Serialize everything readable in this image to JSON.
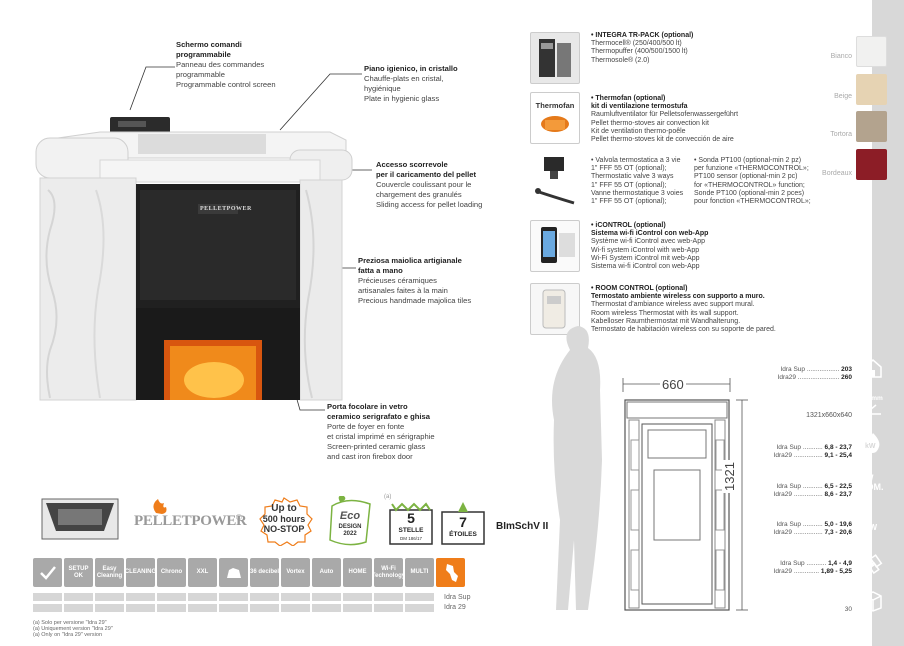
{
  "annotations": {
    "screen": {
      "t1": "Schermo comandi",
      "t2": "programmabile",
      "l1": "Panneau des commandes",
      "l2": "programmable",
      "l3": "Programmable control screen"
    },
    "plate": {
      "t1": "Piano igienico, in cristallo",
      "l1": "Chauffe-plats en cristal,",
      "l2": "hygiénique",
      "l3": "Plate in hygienic glass"
    },
    "access": {
      "t1": "Accesso scorrevole",
      "t2": "per il caricamento del pellet",
      "l1": "Couvercle coulissant pour le",
      "l2": "chargement des granulés",
      "l3": "Sliding access for pellet loading"
    },
    "majolica": {
      "t1": "Preziosa maiolica artigianale",
      "t2": "fatta a mano",
      "l1": "Précieuses céramiques",
      "l2": "artisanales faites à la main",
      "l3": "Precious handmade majolica tiles"
    },
    "door": {
      "t1": "Porta focolare in vetro",
      "t2": "ceramico serigrafato e ghisa",
      "l1": "Porte de foyer en fonte",
      "l2": "et cristal imprimé en sérigraphie",
      "l3": "Screen-printed ceramic glass",
      "l4": "and cast iron firebox door"
    }
  },
  "stove_brand": "PELLETPOWER",
  "options": {
    "tr_pack": {
      "title": "• INTEGRA TR-PACK (optional)",
      "l1": "Thermocell® (250/400/500 lt)",
      "l2": "Thermopuffer (400/500/1500 lt)",
      "l3": "Thermosole® (2.0)"
    },
    "thermofan": {
      "logo": "Thermofan",
      "title": "• Thermofan (optional)",
      "subtitle": "kit di ventilazione termostufa",
      "l1": "Raumluftventilator für Pelletsofenwassergeführt",
      "l2": "Pellet thermo-stoves air convection kit",
      "l3": "Kit de ventilation thermo-poêle",
      "l4": "Pellet thermo-stoves kit de convección de aire"
    },
    "valve": {
      "a1": "• Valvola termostatica a 3 vie",
      "a2": "1\" FFF 55 OT (optional);",
      "a3": "Thermostatic valve 3 ways",
      "a4": "1\" FFF 55 OT (optional);",
      "a5": "Vanne thermostatique 3 voies",
      "a6": "1\" FFF 55 OT (optional);",
      "b1": "• Sonda PT100 (optional-min 2 pz)",
      "b2": "per funzione «THERMOCONTROL»;",
      "b3": "PT100 sensor (optional-min 2 pc)",
      "b4": "for «THERMOCONTROL» function;",
      "b5": "Sonde PT100 (optional-min 2 pces)",
      "b6": "pour fonction «THERMOCONTROL»;"
    },
    "icontrol": {
      "title": "• iCONTROL (optional)",
      "subtitle": "Sistema wi-fi iControl con web-App",
      "l1": "Système wi-fi iControl avec web-App",
      "l2": "Wi-fi system iControl with web-App",
      "l3": "Wi-Fi System iControl mit web-App",
      "l4": "Sistema wi-fi iControl con web-App"
    },
    "room": {
      "title": "• ROOM CONTROL (optional)",
      "subtitle": "Termostato ambiente wireless con supporto a muro.",
      "l1": "Thermostat d'ambiance wireless avec support mural.",
      "l2": "Room wireless Thermostat with its wall support.",
      "l3": "Kabelloser Raumthermostat mit Wandhalterung.",
      "l4": "Termostato de habitación wireless con su soporte de pared."
    }
  },
  "colors": [
    {
      "name": "Bianco",
      "hex": "#f1f1f0"
    },
    {
      "name": "Beige",
      "hex": "#e6d3b3"
    },
    {
      "name": "Tortora",
      "hex": "#b3a38e"
    },
    {
      "name": "Bordeaux",
      "hex": "#8c1d26"
    }
  ],
  "dimensions": {
    "width": "660",
    "height": "1321"
  },
  "specs": {
    "height": {
      "sup_label": "Idra Sup",
      "sup": "203",
      "i29_label": "Idra29",
      "i29": "260"
    },
    "size": "1321x660x640",
    "power": {
      "sup_label": "Idra Sup",
      "sup": "6,8 - 23,7",
      "i29_label": "Idra29",
      "i29": "9,1 - 25,4"
    },
    "nominal": {
      "sup_label": "Idra Sup",
      "sup": "6,5 - 22,5",
      "i29_label": "Idra29",
      "i29": "8,6 - 23,7"
    },
    "water": {
      "sup_label": "Idra Sup",
      "sup": "5,0 - 19,6",
      "i29_label": "Idra29",
      "i29": "7,3 - 20,6"
    },
    "consumption": {
      "sup_label": "Idra Sup",
      "sup": "1,4 - 4,9",
      "i29_label": "Idra29",
      "i29": "1,89 - 5,25"
    },
    "tank": "30"
  },
  "sidebar_icons": {
    "mm": "mm",
    "kw": "kW",
    "kwnom": "kW NOM.",
    "kwwater": "kW"
  },
  "logos": {
    "brand": "PELLETPOWER",
    "reg": "®",
    "hours_1": "Up to",
    "hours_2": "500 hours",
    "hours_3": "NO-STOP",
    "eco_1": "Eco",
    "eco_2": "DESIGN",
    "eco_3": "2022",
    "note": "(a)",
    "stelle_num": "5",
    "stelle": "STELLE",
    "stelle_dm": "DM 186/17",
    "etoiles_num": "7",
    "etoiles": "ÉTOILES",
    "bimsch": "BImSchV II"
  },
  "features": [
    "SETUP OK",
    "Easy Cleaning",
    "CLEANING",
    "Chrono",
    "XXL",
    "36 decibel",
    "Vortex",
    "Auto",
    "HOME",
    "Wi-Fi Technology",
    "MULTI",
    "ITALIA"
  ],
  "feature_rows": {
    "row1": "Idra Sup",
    "row2": "Idra 29"
  },
  "footnotes": {
    "f1": "(a) Solo per versione \"Idra 29\"",
    "f2": "(a) Uniquement version \"Idra 29\"",
    "f3": "(a) Only on \"Idra 29\" version"
  }
}
